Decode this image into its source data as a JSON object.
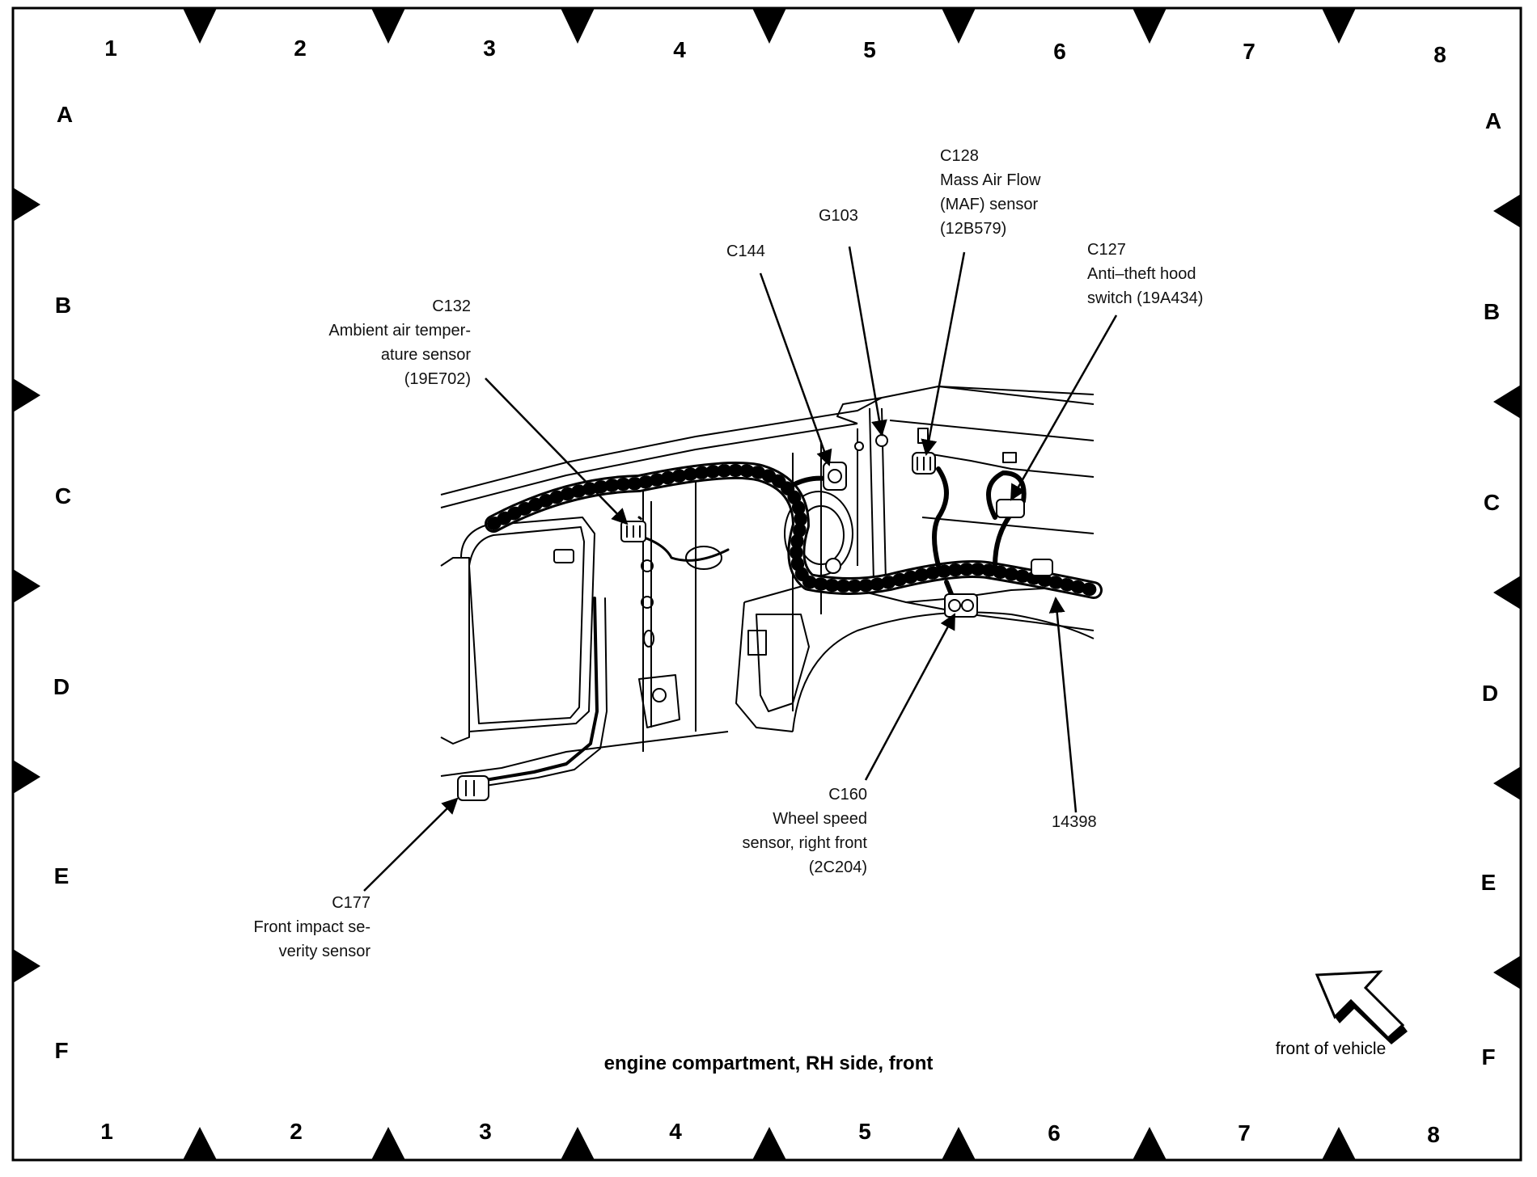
{
  "grid": {
    "columns": [
      "1",
      "2",
      "3",
      "4",
      "5",
      "6",
      "7",
      "8"
    ],
    "rows": [
      "A",
      "B",
      "C",
      "D",
      "E",
      "F"
    ]
  },
  "caption": "engine compartment, RH side, front",
  "front_label": "front of vehicle",
  "labels": {
    "c132": "C132\nAmbient air temper-\nature sensor\n(19E702)",
    "c144": "C144",
    "g103": "G103",
    "c128": "C128\nMass Air Flow\n(MAF) sensor\n(12B579)",
    "c127": "C127\nAnti–theft hood\nswitch (19A434)",
    "c160": "C160\nWheel speed\nsensor, right front\n(2C204)",
    "n14398": "14398",
    "c177": "C177\nFront impact se-\nverity sensor"
  }
}
